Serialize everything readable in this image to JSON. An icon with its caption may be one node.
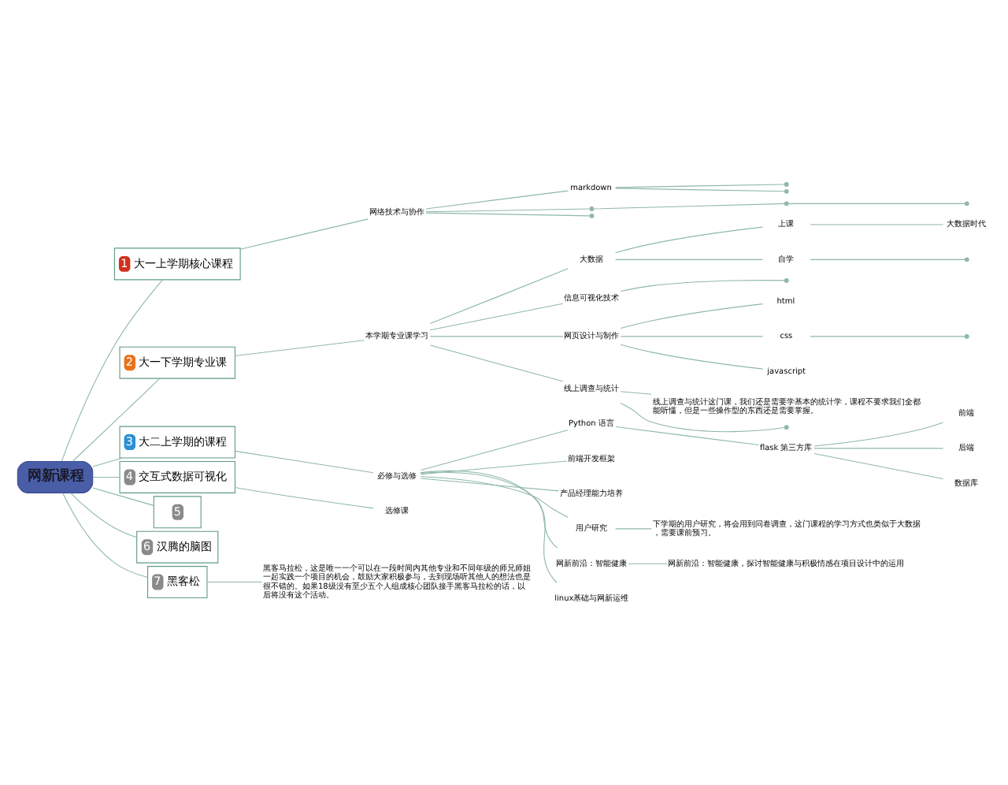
{
  "diagram": {
    "nodes": [
      {
        "text": [
          "网新课程"
        ]
      },
      {
        "text": [
          "1",
          "大一上学期核心课程"
        ]
      },
      {
        "text": [
          "网络技术与协作"
        ]
      },
      {
        "text": [
          "markdown"
        ]
      },
      {
        "text": [],
        "shape": "point"
      },
      {
        "text": [],
        "shape": "point"
      },
      {
        "text": [],
        "shape": "point"
      },
      {
        "text": [],
        "shape": "point"
      },
      {
        "text": [],
        "shape": "point"
      },
      {
        "text": [],
        "shape": "point"
      },
      {
        "text": [
          "2",
          "大一下学期专业课"
        ]
      },
      {
        "text": [
          "本学期专业课学习"
        ]
      },
      {
        "text": [
          "大数据"
        ]
      },
      {
        "text": [
          "上课"
        ]
      },
      {
        "text": [
          "大数据时代"
        ]
      },
      {
        "text": [
          "自学"
        ]
      },
      {
        "text": [],
        "shape": "point"
      },
      {
        "text": [
          "信息可视化技术"
        ]
      },
      {
        "text": [],
        "shape": "point"
      },
      {
        "text": [
          "网页设计与制作"
        ]
      },
      {
        "text": [
          "html"
        ]
      },
      {
        "text": [
          "css"
        ]
      },
      {
        "text": [],
        "shape": "point"
      },
      {
        "text": [
          "javascript"
        ]
      },
      {
        "text": [
          "线上调查与统计"
        ]
      },
      {
        "text": [
          "线上调查与统计这门课，我们还是需要学基本的统计学，课程不要求我们全都能听懂，但是一些操作型的东西还是需要掌握。"
        ]
      },
      {
        "text": [],
        "shape": "point"
      },
      {
        "text": [
          "3",
          "大二上学期的课程"
        ]
      },
      {
        "text": [
          "必修与选修"
        ]
      },
      {
        "text": [
          "Python 语言"
        ]
      },
      {
        "text": [
          "flask 第三方库"
        ]
      },
      {
        "text": [
          "前端"
        ]
      },
      {
        "text": [
          "后端"
        ]
      },
      {
        "text": [
          "数据库"
        ]
      },
      {
        "text": [
          "前端开发框架"
        ]
      },
      {
        "text": [
          "产品经理能力培养"
        ]
      },
      {
        "text": [
          "用户研究"
        ]
      },
      {
        "text": [
          "下学期的用户研究，将会用到问卷调查，这门课程的学习方式也类似于大数据，需要课前预习。"
        ]
      },
      {
        "text": [
          "网新前沿：智能健康"
        ]
      },
      {
        "text": [
          "网新前沿：智能健康，探讨智能健康与积极情感在项目设计中的运用"
        ]
      },
      {
        "text": [
          "linux基础与网新运维"
        ]
      },
      {
        "text": [
          "4",
          "交互式数据可视化"
        ]
      },
      {
        "text": [
          "选修课"
        ]
      },
      {
        "text": [
          "5"
        ]
      },
      {
        "text": [
          "6",
          "汉腾的脑图"
        ]
      },
      {
        "text": [
          "7",
          "黑客松"
        ]
      },
      {
        "text": [
          "黑客马拉松，这是唯一一个可以在一段时间内其他专业和不同年级的师兄师姐一起实践一个项目的机会，鼓励大家积极参与，去到现场听其他人的想法也是很不错的。如果18级没有至少五个人组成核心团队接手黑客马拉松的话，以后将没有这个活动。"
        ]
      }
    ],
    "edges": [
      {
        "from": 0,
        "to": 1,
        "arrow": "none"
      },
      {
        "from": 1,
        "to": 2,
        "arrow": "none"
      },
      {
        "from": 2,
        "to": 3,
        "arrow": "none"
      },
      {
        "from": 3,
        "to": 4,
        "arrow": "none"
      },
      {
        "from": 3,
        "to": 5,
        "arrow": "none"
      },
      {
        "from": 2,
        "to": 6,
        "arrow": "none"
      },
      {
        "from": 6,
        "to": 7,
        "arrow": "none"
      },
      {
        "from": 7,
        "to": 8,
        "arrow": "none"
      },
      {
        "from": 2,
        "to": 9,
        "arrow": "none"
      },
      {
        "from": 0,
        "to": 10,
        "arrow": "none"
      },
      {
        "from": 10,
        "to": 11,
        "arrow": "none"
      },
      {
        "from": 11,
        "to": 12,
        "arrow": "none"
      },
      {
        "from": 12,
        "to": 13,
        "arrow": "none"
      },
      {
        "from": 13,
        "to": 14,
        "arrow": "none"
      },
      {
        "from": 12,
        "to": 15,
        "arrow": "none"
      },
      {
        "from": 15,
        "to": 16,
        "arrow": "none"
      },
      {
        "from": 11,
        "to": 17,
        "arrow": "none"
      },
      {
        "from": 17,
        "to": 18,
        "arrow": "none"
      },
      {
        "from": 11,
        "to": 19,
        "arrow": "none"
      },
      {
        "from": 19,
        "to": 20,
        "arrow": "none"
      },
      {
        "from": 19,
        "to": 21,
        "arrow": "none"
      },
      {
        "from": 21,
        "to": 22,
        "arrow": "none"
      },
      {
        "from": 19,
        "to": 23,
        "arrow": "none"
      },
      {
        "from": 11,
        "to": 24,
        "arrow": "none"
      },
      {
        "from": 24,
        "to": 25,
        "arrow": "none"
      },
      {
        "from": 24,
        "to": 26,
        "arrow": "none"
      },
      {
        "from": 0,
        "to": 27,
        "arrow": "none"
      },
      {
        "from": 27,
        "to": 28,
        "arrow": "none"
      },
      {
        "from": 28,
        "to": 29,
        "arrow": "none"
      },
      {
        "from": 29,
        "to": 30,
        "arrow": "none"
      },
      {
        "from": 30,
        "to": 31,
        "arrow": "none"
      },
      {
        "from": 30,
        "to": 32,
        "arrow": "none"
      },
      {
        "from": 30,
        "to": 33,
        "arrow": "none"
      },
      {
        "from": 28,
        "to": 34,
        "arrow": "none"
      },
      {
        "from": 28,
        "to": 35,
        "arrow": "none"
      },
      {
        "from": 28,
        "to": 36,
        "arrow": "none"
      },
      {
        "from": 36,
        "to": 37,
        "arrow": "none"
      },
      {
        "from": 28,
        "to": 38,
        "arrow": "none"
      },
      {
        "from": 38,
        "to": 39,
        "arrow": "none"
      },
      {
        "from": 28,
        "to": 40,
        "arrow": "none"
      },
      {
        "from": 0,
        "to": 41,
        "arrow": "none"
      },
      {
        "from": 41,
        "to": 42,
        "arrow": "none"
      },
      {
        "from": 0,
        "to": 43,
        "arrow": "none"
      },
      {
        "from": 0,
        "to": 44,
        "arrow": "none"
      },
      {
        "from": 0,
        "to": 45,
        "arrow": "none"
      },
      {
        "from": 45,
        "to": 46,
        "arrow": "none"
      }
    ]
  }
}
